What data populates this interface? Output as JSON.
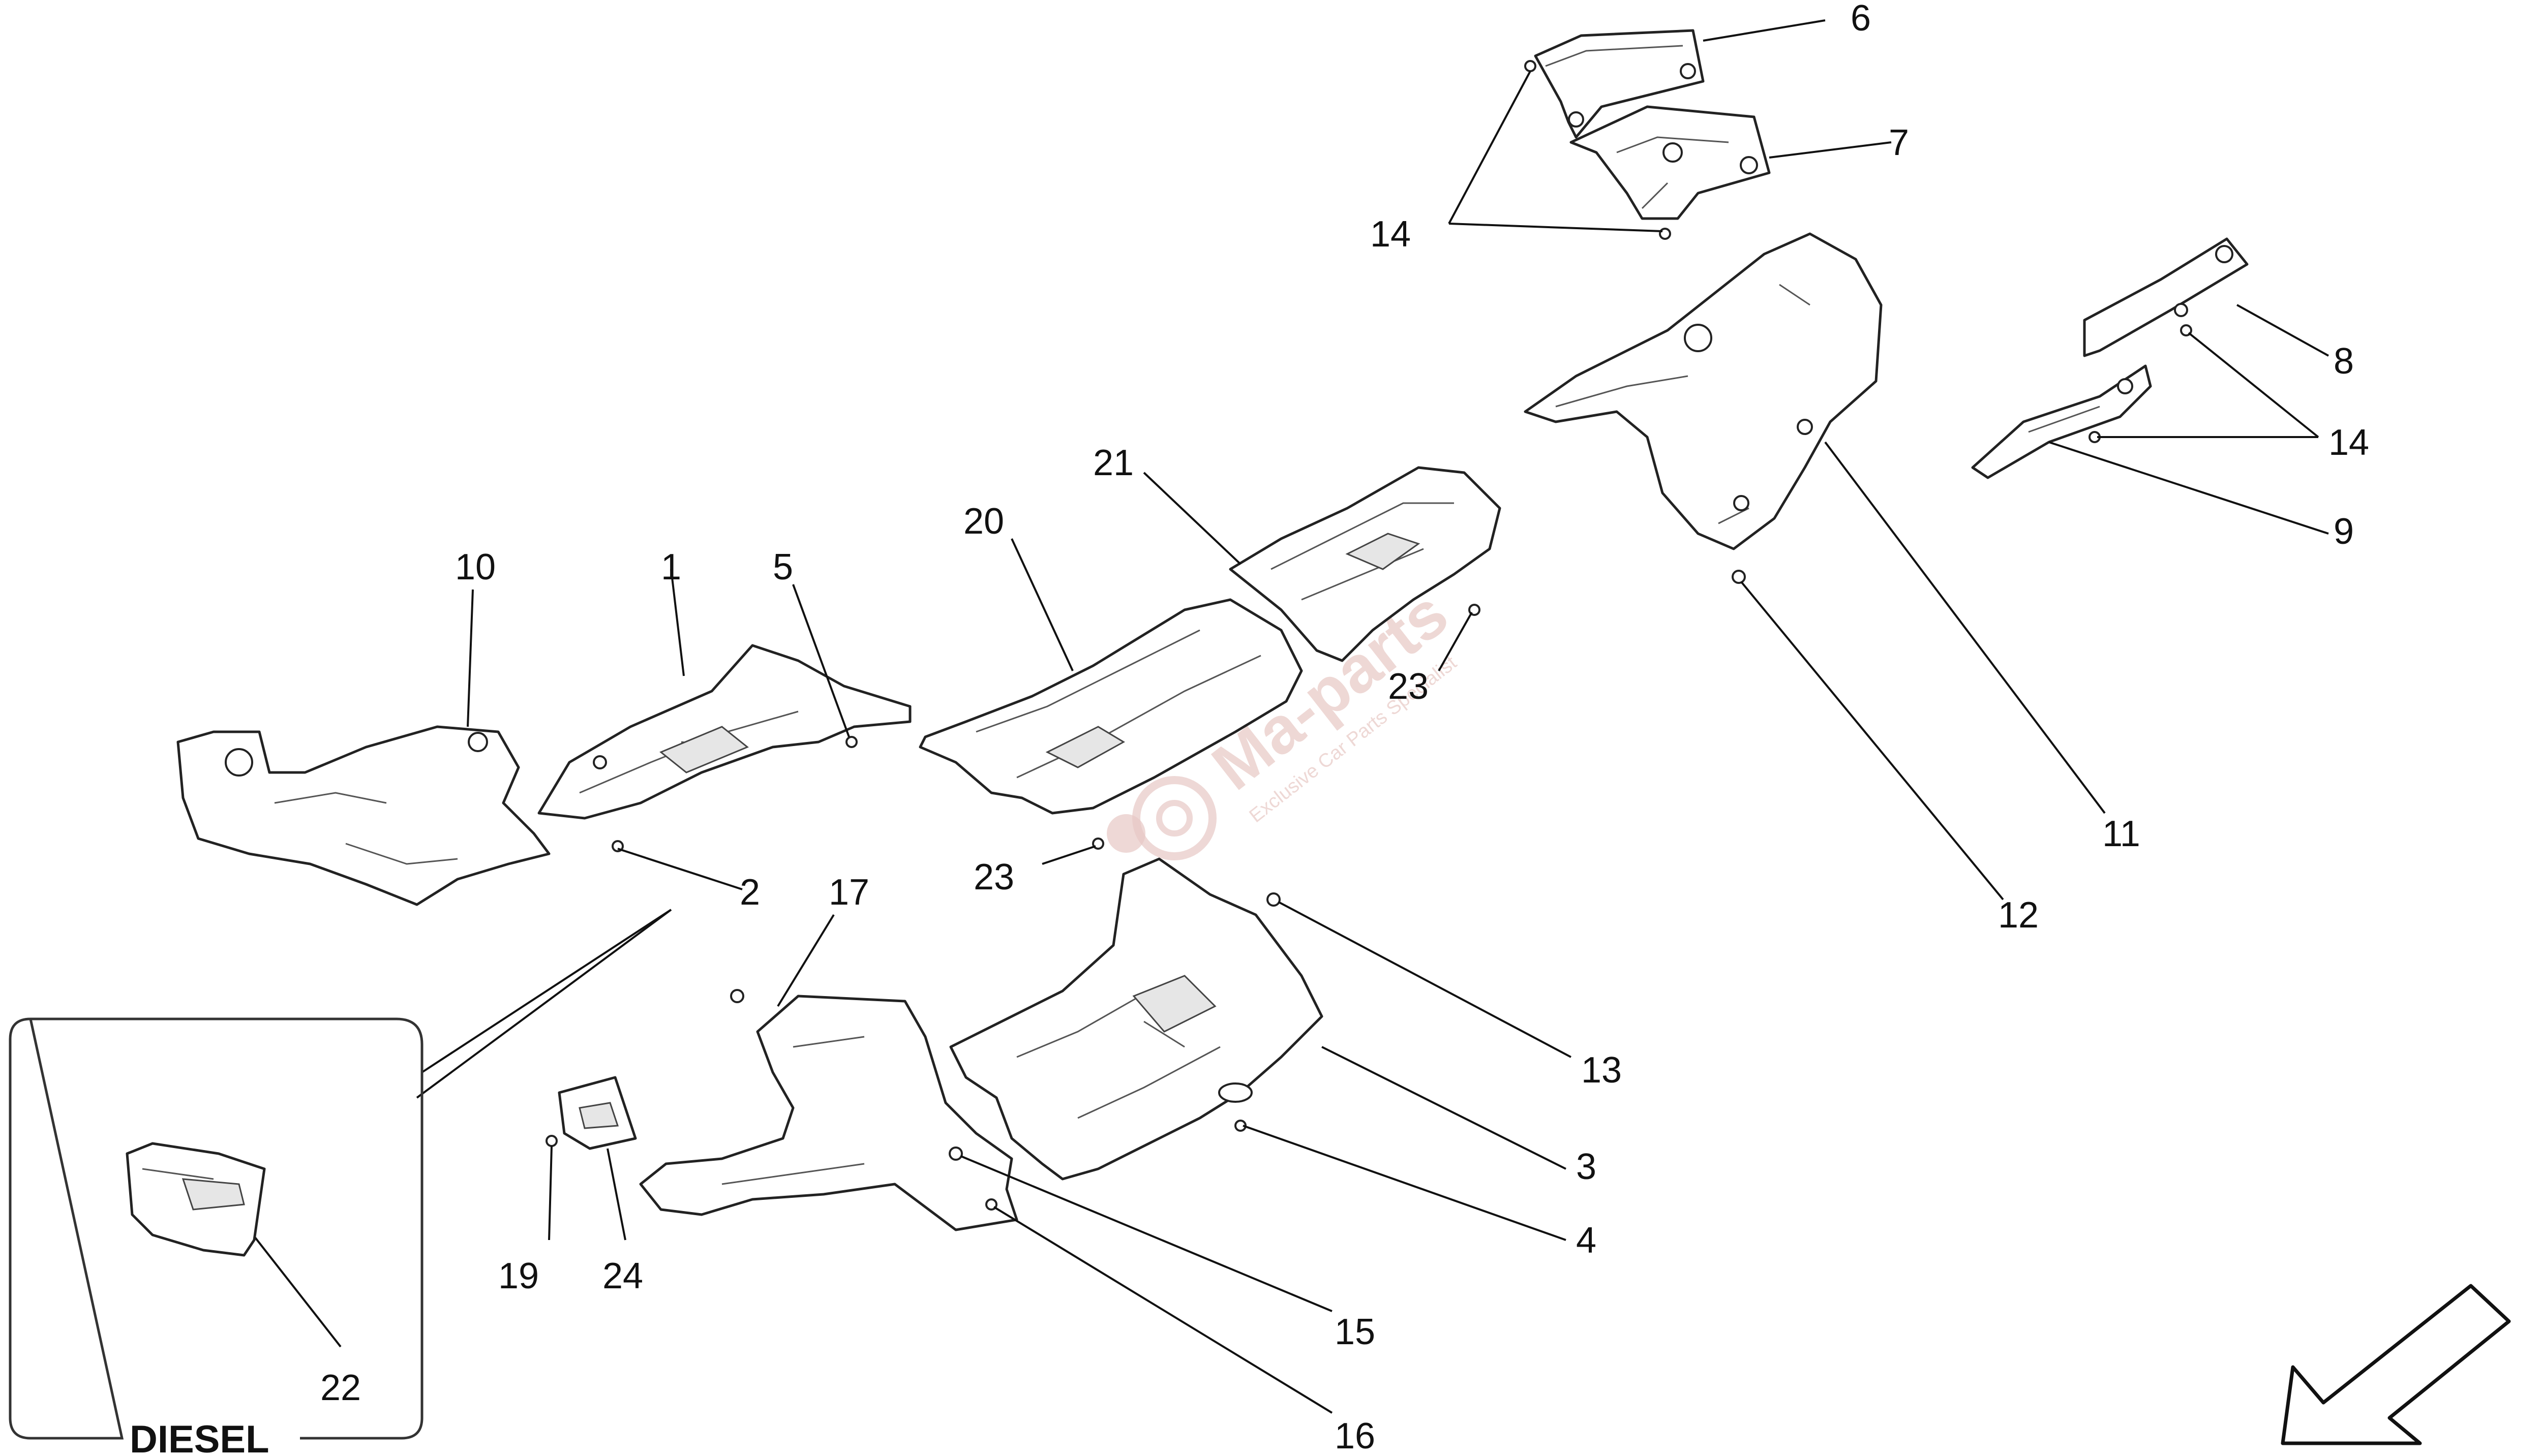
{
  "callouts": {
    "c1": "1",
    "c2": "2",
    "c3": "3",
    "c4": "4",
    "c5": "5",
    "c6": "6",
    "c7": "7",
    "c8": "8",
    "c9": "9",
    "c10": "10",
    "c11": "11",
    "c12": "12",
    "c13": "13",
    "c14a": "14",
    "c14b": "14",
    "c15": "15",
    "c16": "16",
    "c17": "17",
    "c19": "19",
    "c20": "20",
    "c21": "21",
    "c22": "22",
    "c23a": "23",
    "c23b": "23",
    "c24": "24"
  },
  "inset": {
    "label": "DIESEL"
  },
  "watermark": {
    "brand": "Ma-parts",
    "tagline": "Exclusive Car Parts Specialist"
  },
  "icons": {
    "direction": "front-direction-arrow-icon"
  }
}
